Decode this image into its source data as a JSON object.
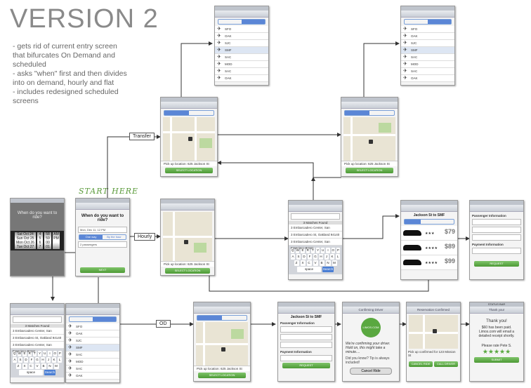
{
  "title": "VERSION 2",
  "notes": [
    "- gets rid of current entry screen",
    "that bifurcates On Demand and",
    "scheduled",
    "- asks \"when\" first and then divides",
    "into on demand, hourly and flat",
    "- includes redesigned scheduled",
    "screens"
  ],
  "start_here": "START HERE",
  "labels": {
    "transfer": "Transfer",
    "hourly": "Hourly",
    "od": "OD"
  },
  "screens": {
    "when": {
      "question": "When do you want to ride?",
      "date": "Mon, Dec 11, 12 PM",
      "opt1": "One way",
      "opt2": "By the hour",
      "passengers": "2 passengers",
      "next": "NEXT"
    },
    "picker": {
      "question": "When do you want to ride?",
      "days": [
        "Sat Oct 24",
        "Sun Oct 25",
        "Mon Oct 26",
        "Tue Oct 27"
      ],
      "hours": [
        "4",
        "5",
        "6",
        "7"
      ],
      "mins": [
        "58",
        "59",
        "00",
        "01"
      ],
      "ampm": [
        "AM",
        "PM"
      ]
    },
    "map_pickup": "Pick up location: 625 Jackson St",
    "select_location": "SELECT LOCATION",
    "airports": [
      "SFO",
      "OAK",
      "SJC",
      "SMF",
      "SAC",
      "MOD",
      "SAC",
      "OAK"
    ],
    "search": {
      "matches": "3 Matches Found",
      "results": [
        "3 Embarcadero Center, San Francisco 94111",
        "3 Embarcadero St, Oakland 94140",
        "3 Embarcadero Center, San Francisco 94111"
      ],
      "keys1": [
        "Q",
        "W",
        "E",
        "R",
        "T",
        "Y",
        "U",
        "I",
        "O",
        "P"
      ],
      "keys2": [
        "A",
        "S",
        "D",
        "F",
        "G",
        "H",
        "J",
        "K",
        "L"
      ],
      "keys3": [
        "Z",
        "X",
        "C",
        "V",
        "B",
        "N",
        "M"
      ],
      "space": "space",
      "search": "Search"
    },
    "cars": {
      "route": "Jackson St to SMF",
      "prices": [
        "$79",
        "$89",
        "$99"
      ]
    },
    "checkout": {
      "route": "Jackson St to SMF",
      "passenger": "Passenger Information",
      "payment": "Payment Information",
      "button": "REQUEST"
    },
    "confirming": {
      "header": "Confirming Driver",
      "logo": "LIMOS.COM\nLOGO",
      "msg": "We're confirming your driver. Hold on, this might take a minute....",
      "tip": "Did you know? Tip is always included!",
      "cancel": "Cancel Ride"
    },
    "confirmed": {
      "header": "Reservation Confirmed",
      "info": "Pick up confirmed for 123 Mission St",
      "cancel": "CANCEL RIDE",
      "call": "CALL DRIVER"
    },
    "thanks": {
      "status": "STATUS BAR",
      "header": "Thank you!",
      "msg1": "Thank you!",
      "msg2": "$60 has been paid. Limos.com will email a detailed receipt shortly.",
      "rate": "Please rate Pete S.",
      "submit": "SUBMIT"
    }
  }
}
